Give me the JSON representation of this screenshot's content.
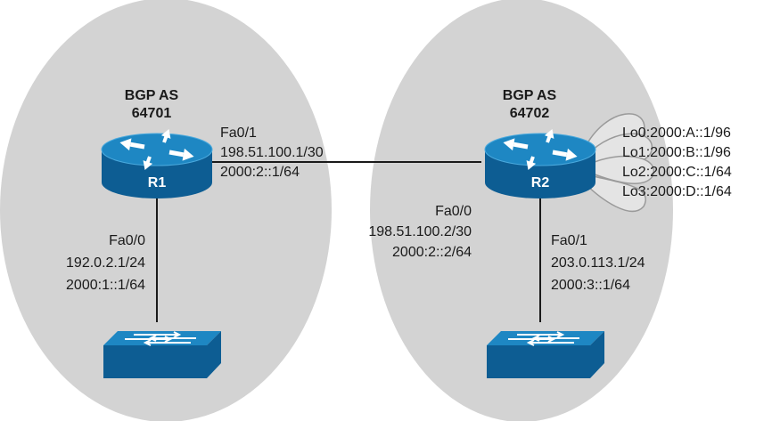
{
  "colors": {
    "as_zone": "#d3d3d3",
    "device_top": "#1e87c3",
    "device_side": "#0d5d93",
    "device_rim": "#4aa9dd",
    "link": "#1a1a1a",
    "loopback": "#e4e4e4"
  },
  "as_left": {
    "line1": "BGP AS",
    "line2": "64701"
  },
  "as_right": {
    "line1": "BGP AS",
    "line2": "64702"
  },
  "r1": {
    "name": "R1",
    "fa01": {
      "iface": "Fa0/1",
      "ipv4": "198.51.100.1/30",
      "ipv6": "2000:2::1/64"
    },
    "fa00": {
      "iface": "Fa0/0",
      "ipv4": "192.0.2.1/24",
      "ipv6": "2000:1::1/64"
    }
  },
  "r2": {
    "name": "R2",
    "fa00": {
      "iface": "Fa0/0",
      "ipv4": "198.51.100.2/30",
      "ipv6": "2000:2::2/64"
    },
    "fa01": {
      "iface": "Fa0/1",
      "ipv4": "203.0.113.1/24",
      "ipv6": "2000:3::1/64"
    },
    "loopbacks": [
      "Lo0:2000:A::1/96",
      "Lo1:2000:B::1/96",
      "Lo2:2000:C::1/64",
      "Lo3:2000:D::1/64"
    ]
  },
  "icons": {
    "router": "router-icon",
    "switch": "switch-icon"
  }
}
